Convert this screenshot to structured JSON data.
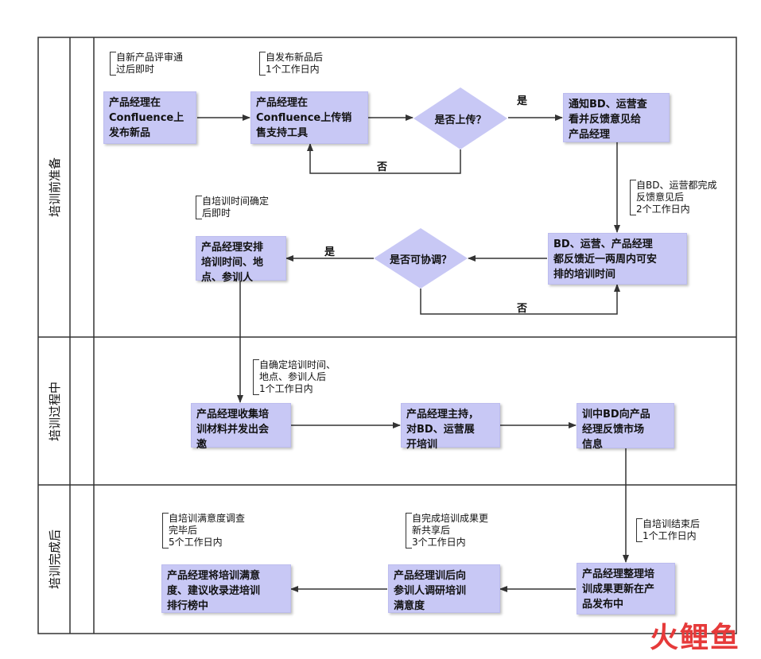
{
  "lanes": [
    {
      "label": "培训前准备"
    },
    {
      "label": "培训过程中"
    },
    {
      "label": "培训完成后"
    }
  ],
  "nodes": {
    "publish_confluence": "产品经理在\nConfluence上\n发布新品",
    "upload_tools": "产品经理在\nConfluence上传销\n售支持工具",
    "uploaded_decision": "是否上传？",
    "notify_bd": "通知BD、运营查\n看并反馈意见给\n产品经理",
    "bd_feedback_time": "BD、运营、产品经理\n都反馈近一两周内可安\n排的培训时间",
    "coordinate_decision": "是否可协调？",
    "arrange_training": "产品经理安排\n培训时间、地\n点、参训人",
    "collect_materials": "产品经理收集培\n训材料并发出会\n邀",
    "host_training": "产品经理主持，\n对BD、运营展\n开培训",
    "bd_feedback_market": "训中BD向产品\n经理反馈市场\n信息",
    "update_results": "产品经理整理培\n训成果更新在产\n品发布中",
    "survey": "产品经理训后向\n参训人调研培训\n满意度",
    "ranking": "产品经理将培训满意\n度、建议收录进培训\n排行榜中"
  },
  "notes": {
    "n1": "自新产品评审通\n过后即时",
    "n2": "自发布新品后\n1个工作日内",
    "n3": "自BD、运营都完成\n反馈意见后\n2个工作日内",
    "n4": "自培训时间确定\n后即时",
    "n5": "自确定培训时间、\n地点、参训人后\n1个工作日内",
    "n6": "自培训结束后\n1个工作日内",
    "n7": "自完成培训成果更\n新共享后\n3个工作日内",
    "n8": "自培训满意度调查\n完毕后\n5个工作日内"
  },
  "edge_labels": {
    "yes1": "是",
    "no1": "否",
    "yes2": "是",
    "no2": "否"
  },
  "watermark": {
    "text": "火鲤鱼",
    "color_red": "#e63a3a",
    "color_green": "#6aa84f"
  },
  "colors": {
    "box_fill": "#c8c8f5",
    "line": "#333333"
  }
}
